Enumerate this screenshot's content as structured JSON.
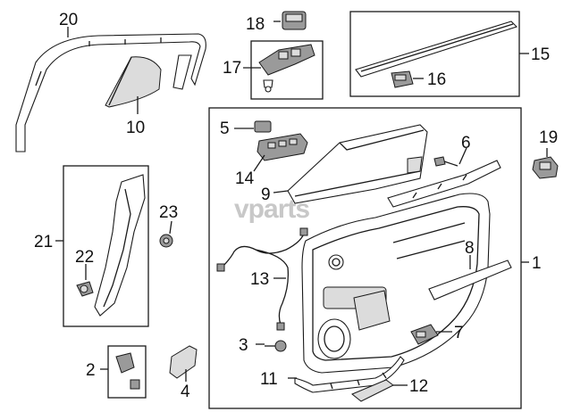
{
  "callouts": {
    "c1": "1",
    "c2": "2",
    "c3": "3",
    "c4": "4",
    "c5": "5",
    "c6": "6",
    "c7": "7",
    "c8": "8",
    "c9": "9",
    "c10": "10",
    "c11": "11",
    "c12": "12",
    "c13": "13",
    "c14": "14",
    "c15": "15",
    "c16": "16",
    "c17": "17",
    "c18": "18",
    "c19": "19",
    "c20": "20",
    "c21": "21",
    "c22": "22",
    "c23": "23"
  },
  "watermark": "vparts",
  "colors": {
    "line": "#1a1a1a",
    "fill_light": "#dcdcdc",
    "fill_dark": "#9a9a9a",
    "watermark": "#c8c8c8"
  }
}
